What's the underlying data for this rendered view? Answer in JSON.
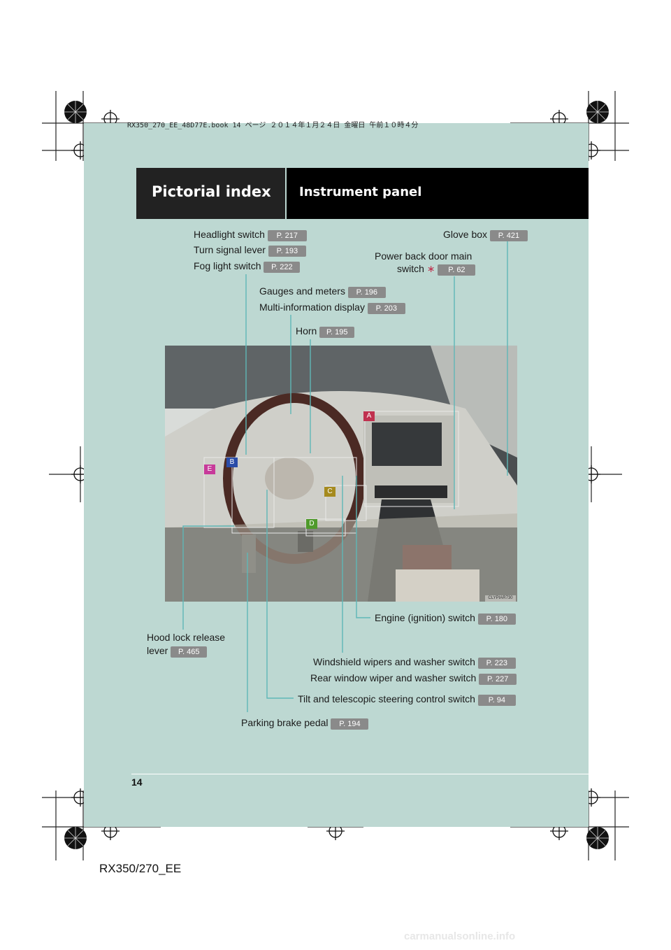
{
  "book_line": "RX350_270_EE_48D77E.book   14 ページ   ２０１４年１月２４日   金曜日   午前１０時４分",
  "header": {
    "section": "Pictorial index",
    "title": "Instrument panel"
  },
  "callouts": {
    "headlight": {
      "label": "Headlight switch",
      "page": "P. 217"
    },
    "turn_signal": {
      "label": "Turn signal lever",
      "page": "P. 193"
    },
    "fog_light": {
      "label": "Fog light switch",
      "page": "P. 222"
    },
    "glove_box": {
      "label": "Glove box",
      "page": "P. 421"
    },
    "power_back_door": {
      "label_line1": "Power back door main",
      "label_line2": "switch",
      "marker": "∗",
      "page": "P. 62"
    },
    "gauges": {
      "label": "Gauges and meters",
      "page": "P. 196"
    },
    "multi_info": {
      "label": "Multi-information display",
      "page": "P. 203"
    },
    "horn": {
      "label": "Horn",
      "page": "P. 195"
    },
    "engine_switch": {
      "label": "Engine (ignition) switch",
      "page": "P. 180"
    },
    "hood_lock": {
      "label_line1": "Hood lock release",
      "label_line2": "lever",
      "page": "P. 465"
    },
    "wipers_front": {
      "label": "Windshield wipers and washer switch",
      "page": "P. 223"
    },
    "wipers_rear": {
      "label": "Rear window wiper and washer switch",
      "page": "P. 227"
    },
    "steering": {
      "label": "Tilt and telescopic steering control switch",
      "page": "P. 94"
    },
    "parking_brake": {
      "label": "Parking brake pedal",
      "page": "P. 194"
    }
  },
  "photo_markers": {
    "a": "A",
    "b": "B",
    "c": "C",
    "d": "D",
    "e": "E"
  },
  "photo_code": "CLYPIAR730",
  "page_number": "14",
  "model": "RX350/270_EE",
  "watermark": "carmanualsonline.info"
}
